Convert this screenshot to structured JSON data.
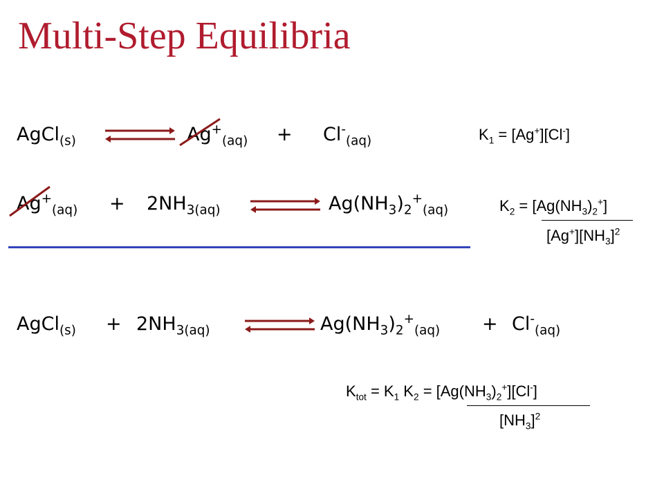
{
  "title": "Multi-Step Equilibria",
  "colors": {
    "title": "#b01c2e",
    "arrow": "#8b1a1a",
    "divider": "#3344bb",
    "strike": "#8b1a1a"
  },
  "reaction1": {
    "reactant": "AgCl",
    "reactant_state": "(s)",
    "product1": "Ag",
    "product1_charge": "+",
    "product1_state": "(aq)",
    "plus": "+",
    "product2": "Cl",
    "product2_charge": "-",
    "product2_state": "(aq)"
  },
  "k1": {
    "label": "K",
    "index": "1",
    "expr": "= [Ag",
    "charge1": "+",
    "mid": "][Cl",
    "charge2": "-",
    "end": "]"
  },
  "reaction2": {
    "reactant1": "Ag",
    "reactant1_charge": "+",
    "reactant1_state": "(aq)",
    "plus": "+",
    "reactant2": "2NH",
    "reactant2_sub": "3(aq)",
    "product": "Ag(NH",
    "product_sub": "3",
    "product_close": ")",
    "product_sub2": "2",
    "product_charge": "+",
    "product_state": "(aq)"
  },
  "k2": {
    "label": "K",
    "index": "2",
    "num": "= [Ag(NH",
    "num_sub": "3",
    "num_close": ")",
    "num_sub2": "2",
    "num_charge": "+",
    "num_end": "]",
    "den": "[Ag",
    "den_charge": "+",
    "den_mid": "][NH",
    "den_sub": "3",
    "den_close": "]",
    "den_exp": "2"
  },
  "reaction3": {
    "reactant1": "AgCl",
    "reactant1_state": "(s)",
    "plus1": "+",
    "reactant2": "2NH",
    "reactant2_sub": "3(aq)",
    "product1": "Ag(NH",
    "product1_sub": "3",
    "product1_close": ")",
    "product1_sub2": "2",
    "product1_charge": "+",
    "product1_state": "(aq)",
    "plus2": "+",
    "product2": "Cl",
    "product2_charge": "-",
    "product2_state": "(aq)"
  },
  "ktot": {
    "label": "K",
    "index": "tot",
    "eq1": "= K",
    "i1": "1",
    "sp": " K",
    "i2": "2",
    "num": "= [Ag(NH",
    "num_sub": "3",
    "num_close": ")",
    "num_sub2": "2",
    "num_charge": "+",
    "num_mid": "][Cl",
    "num_charge2": "-",
    "num_end": "]",
    "den": "[NH",
    "den_sub": "3",
    "den_close": "]",
    "den_exp": "2"
  }
}
